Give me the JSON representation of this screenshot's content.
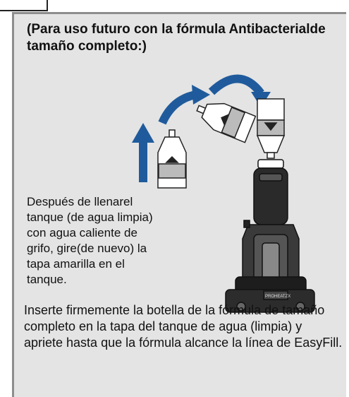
{
  "heading": "(Para uso futuro con la fórmula Antibacterialde tamaño completo:)",
  "step_text": "Después de llenarel tanque (de agua limpia) con agua caliente de grifo, gire(de nuevo) la tapa amarilla en el tanque.",
  "bottom_text": "Inserte firmemente la botella de la fórmula de tamaño completo en la tapa del tanque de agua (limpia) y apriete hasta que la fórmula alcance la línea de EasyFill.",
  "colors": {
    "panel": "#e4e4e4",
    "arrow": "#1f5b9c"
  },
  "icons": [
    "up-arrow-icon",
    "curved-arrow-icon",
    "formula-bottle-icon",
    "carpet-cleaner-icon"
  ],
  "illustration_text": {
    "brand": "PROHEATZX"
  }
}
